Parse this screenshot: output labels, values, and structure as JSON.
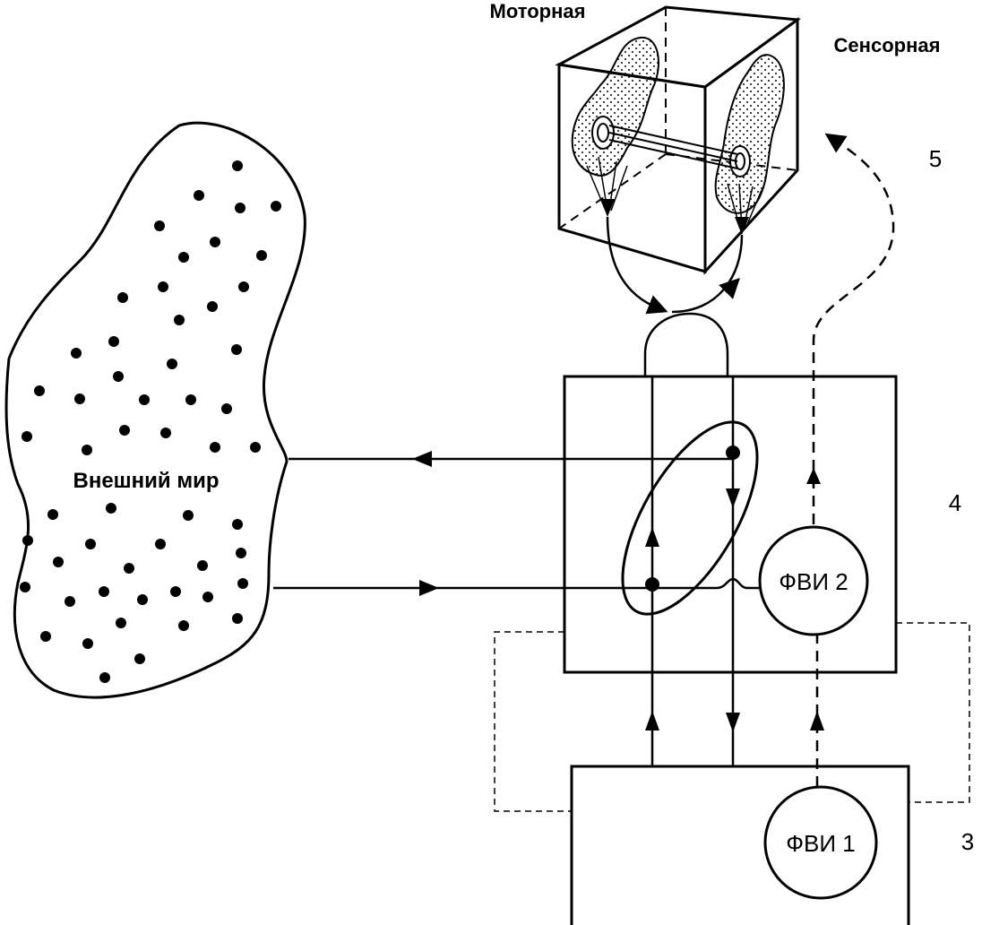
{
  "labels": {
    "motor": "Моторная",
    "sensory": "Сенсорная",
    "outer_world": "Внешний мир",
    "fvi2": "ФВИ 2",
    "fvi1": "ФВИ 1",
    "level3": "3",
    "level4": "4",
    "level5": "5"
  },
  "colors": {
    "ink": "#000000",
    "paper": "#ffffff"
  }
}
